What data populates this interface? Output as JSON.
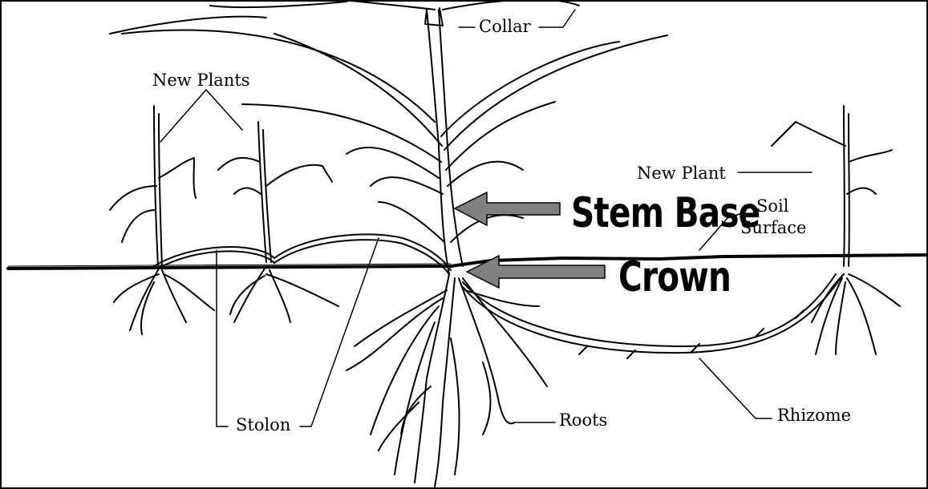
{
  "labels": {
    "collar": "Collar",
    "new_plants": "New Plants",
    "new_plant": "New Plant",
    "soil_1": "Soil",
    "soil_2": "Surface",
    "stolon": "Stolon",
    "roots": "Roots",
    "rhizome": "Rhizome"
  },
  "callouts": {
    "stem_base": "Stem Base",
    "crown": "Crown"
  },
  "colors": {
    "line": "#000000",
    "arrow": "#808080",
    "background": "#ffffff"
  }
}
